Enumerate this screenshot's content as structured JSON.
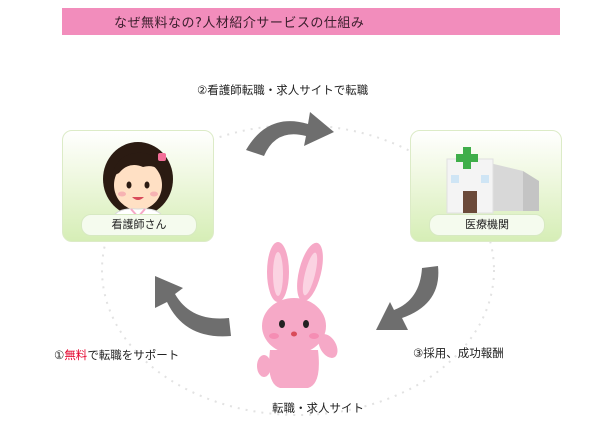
{
  "title": "なぜ無料なの?人材紹介サービスの仕組み",
  "colors": {
    "title_bg": "#f28dbc",
    "arrow": "#6e6e6e",
    "card_green": "#d6eeb6",
    "rabbit_pink": "#f6a9c7",
    "highlight_red": "#e4002b"
  },
  "steps": {
    "step1_prefix": "①",
    "step1_highlight": "無料",
    "step1_suffix": "で転職をサポート",
    "step2": "②看護師転職・求人サイトで転職",
    "step3": "③採用、成功報酬"
  },
  "nodes": {
    "nurse": {
      "label": "看護師さん",
      "icon": "nurse-face-icon"
    },
    "hospital": {
      "label": "医療機関",
      "icon": "hospital-building-icon"
    },
    "site": {
      "label": "転職・求人サイト",
      "icon": "pink-rabbit-mascot"
    }
  }
}
